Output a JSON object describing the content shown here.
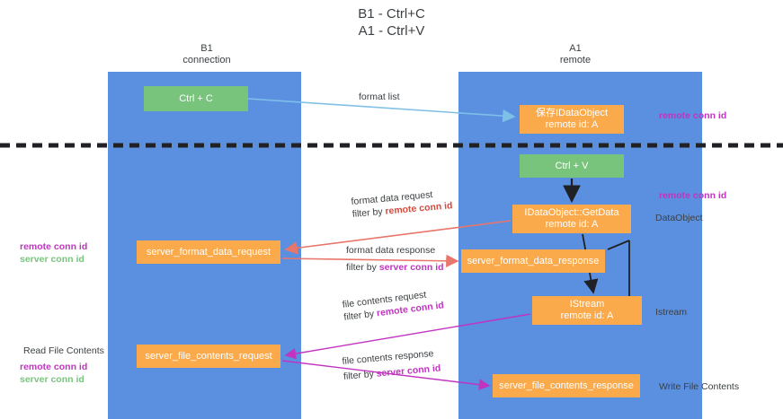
{
  "title": {
    "line1": "B1 - Ctrl+C",
    "line2": "A1 - Ctrl+V"
  },
  "lanes": [
    {
      "id": "b1",
      "name": "B1",
      "sub": "connection",
      "color": "#5b8fe0"
    },
    {
      "id": "a1",
      "name": "A1",
      "sub": "remote",
      "color": "#5b8fe0"
    }
  ],
  "nodes": {
    "ctrl_c": {
      "label": "Ctrl + C",
      "color": "#79c47d"
    },
    "ctrl_v": {
      "label": "Ctrl + V",
      "color": "#79c47d"
    },
    "save_dataobject": {
      "line1": "保存IDataObject",
      "line2": "remote id: A",
      "color": "#faa94b"
    },
    "getdata": {
      "line1": "IDataObject::GetData",
      "line2": "remote id: A",
      "color": "#faa94b"
    },
    "server_format_data_request": {
      "label": "server_format_data_request",
      "color": "#faa94b"
    },
    "server_format_data_response": {
      "label": "server_format_data_response",
      "color": "#faa94b"
    },
    "istream": {
      "line1": "IStream",
      "line2": "remote id: A",
      "color": "#faa94b"
    },
    "server_file_contents_request": {
      "label": "server_file_contents_request",
      "color": "#faa94b"
    },
    "server_file_contents_response": {
      "label": "server_file_contents_response",
      "color": "#faa94b"
    }
  },
  "edge_labels": {
    "format_list": "format list",
    "format_data_request": "format data request",
    "format_data_request_filter_prefix": "filter by ",
    "format_data_request_filter_key": "remote conn id",
    "format_data_response": "format data response",
    "format_data_response_filter_prefix": "filter by ",
    "format_data_response_filter_key": "server conn id",
    "file_contents_request": "file contents request",
    "file_contents_request_filter_prefix": "filter by ",
    "file_contents_request_filter_key": "remote conn id",
    "file_contents_response": "file contents response",
    "file_contents_response_filter_prefix": "filter by ",
    "file_contents_response_filter_key": "server conn id"
  },
  "annotations": {
    "right_remote_conn_id_top": "remote conn id",
    "right_remote_conn_id_mid": "remote conn id",
    "right_dataobject": "DataObject",
    "right_istream": "Istream",
    "right_write_file_contents": "Write File Contents",
    "left_remote_conn_id": "remote conn id",
    "left_server_conn_id": "server conn id",
    "left_read_file_contents": "Read File Contents",
    "left_remote_conn_id_2": "remote conn id",
    "left_server_conn_id_2": "server conn id"
  },
  "colors": {
    "lane": "#5b8fe0",
    "orange": "#faa94b",
    "green": "#79c47d",
    "purple": "#c034c0",
    "red": "#d94a3d",
    "lightblue": "#7fc0e8",
    "magenta": "#c034c0",
    "divider": "#202124",
    "text": "#3c4043"
  }
}
